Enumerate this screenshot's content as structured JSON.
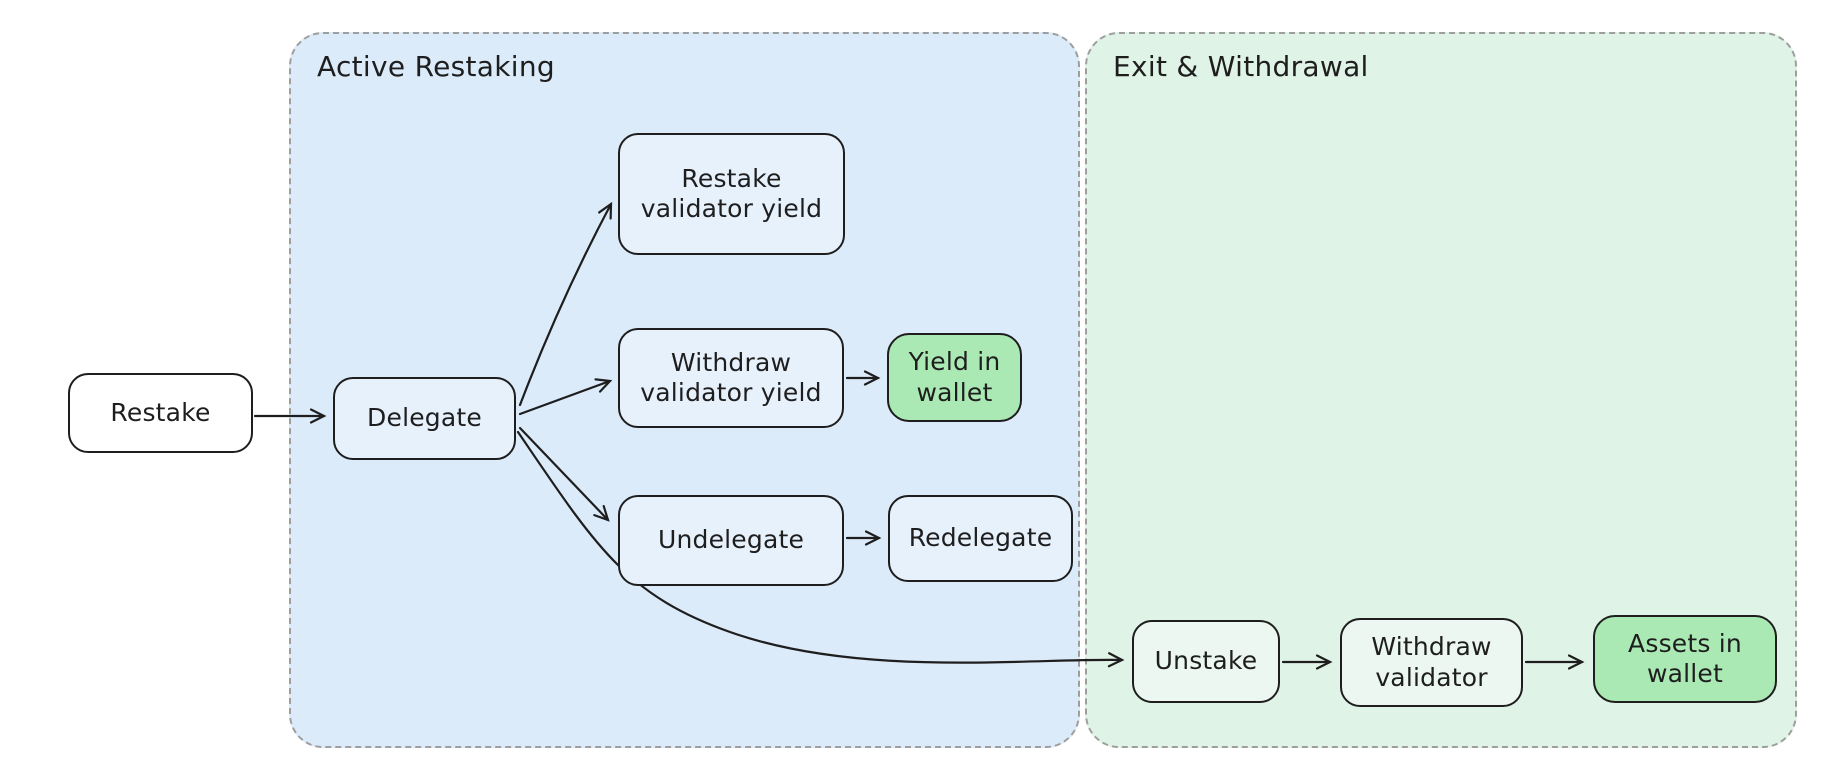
{
  "diagram": {
    "sections": {
      "active_restaking": {
        "label": "Active Restaking"
      },
      "exit_withdrawal": {
        "label": "Exit & Withdrawal"
      }
    },
    "nodes": {
      "restake": {
        "label": "Restake"
      },
      "delegate": {
        "label": "Delegate"
      },
      "restake_validator_yield": {
        "label": "Restake\nvalidator yield"
      },
      "withdraw_validator_yield": {
        "label": "Withdraw\nvalidator yield"
      },
      "yield_in_wallet": {
        "label": "Yield in\nwallet"
      },
      "undelegate": {
        "label": "Undelegate"
      },
      "redelegate": {
        "label": "Redelegate"
      },
      "unstake": {
        "label": "Unstake"
      },
      "withdraw_validator": {
        "label": "Withdraw\nvalidator"
      },
      "assets_in_wallet": {
        "label": "Assets in\nwallet"
      }
    },
    "edges": [
      {
        "from": "restake",
        "to": "delegate"
      },
      {
        "from": "delegate",
        "to": "restake_validator_yield"
      },
      {
        "from": "delegate",
        "to": "withdraw_validator_yield"
      },
      {
        "from": "delegate",
        "to": "undelegate"
      },
      {
        "from": "delegate",
        "to": "unstake"
      },
      {
        "from": "withdraw_validator_yield",
        "to": "yield_in_wallet"
      },
      {
        "from": "undelegate",
        "to": "redelegate"
      },
      {
        "from": "unstake",
        "to": "withdraw_validator"
      },
      {
        "from": "withdraw_validator",
        "to": "assets_in_wallet"
      }
    ],
    "colors": {
      "section_active_fill": "#dcebfa",
      "section_exit_fill": "#e0f3e7",
      "section_border": "#9e9e9e",
      "node_blue_fill": "#e7f1fc",
      "node_exit_fill": "#ebf7f0",
      "node_white_fill": "#ffffff",
      "node_accent_green_fill": "#abe9b4",
      "stroke": "#1e1e1e",
      "text": "#1e1e1e"
    }
  }
}
